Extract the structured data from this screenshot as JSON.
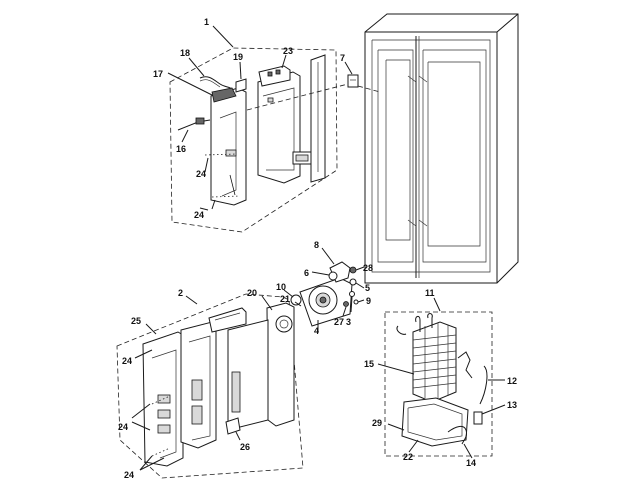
{
  "callouts": [
    {
      "id": "c1",
      "text": "1"
    },
    {
      "id": "c2",
      "text": "2"
    },
    {
      "id": "c3",
      "text": "3"
    },
    {
      "id": "c4",
      "text": "4"
    },
    {
      "id": "c5",
      "text": "5"
    },
    {
      "id": "c6",
      "text": "6"
    },
    {
      "id": "c7",
      "text": "7"
    },
    {
      "id": "c8",
      "text": "8"
    },
    {
      "id": "c9",
      "text": "9"
    },
    {
      "id": "c10",
      "text": "10"
    },
    {
      "id": "c11",
      "text": "11"
    },
    {
      "id": "c12",
      "text": "12"
    },
    {
      "id": "c13",
      "text": "13"
    },
    {
      "id": "c14",
      "text": "14"
    },
    {
      "id": "c15",
      "text": "15"
    },
    {
      "id": "c16",
      "text": "16"
    },
    {
      "id": "c17",
      "text": "17"
    },
    {
      "id": "c18",
      "text": "18"
    },
    {
      "id": "c19",
      "text": "19"
    },
    {
      "id": "c20",
      "text": "20"
    },
    {
      "id": "c21",
      "text": "21"
    },
    {
      "id": "c22",
      "text": "22"
    },
    {
      "id": "c23",
      "text": "23"
    },
    {
      "id": "c24a",
      "text": "24"
    },
    {
      "id": "c24b",
      "text": "24"
    },
    {
      "id": "c24c",
      "text": "24"
    },
    {
      "id": "c24d",
      "text": "24"
    },
    {
      "id": "c24e",
      "text": "24"
    },
    {
      "id": "c25",
      "text": "25"
    },
    {
      "id": "c26",
      "text": "26"
    },
    {
      "id": "c27",
      "text": "27"
    },
    {
      "id": "c28",
      "text": "28"
    },
    {
      "id": "c29",
      "text": "29"
    }
  ]
}
